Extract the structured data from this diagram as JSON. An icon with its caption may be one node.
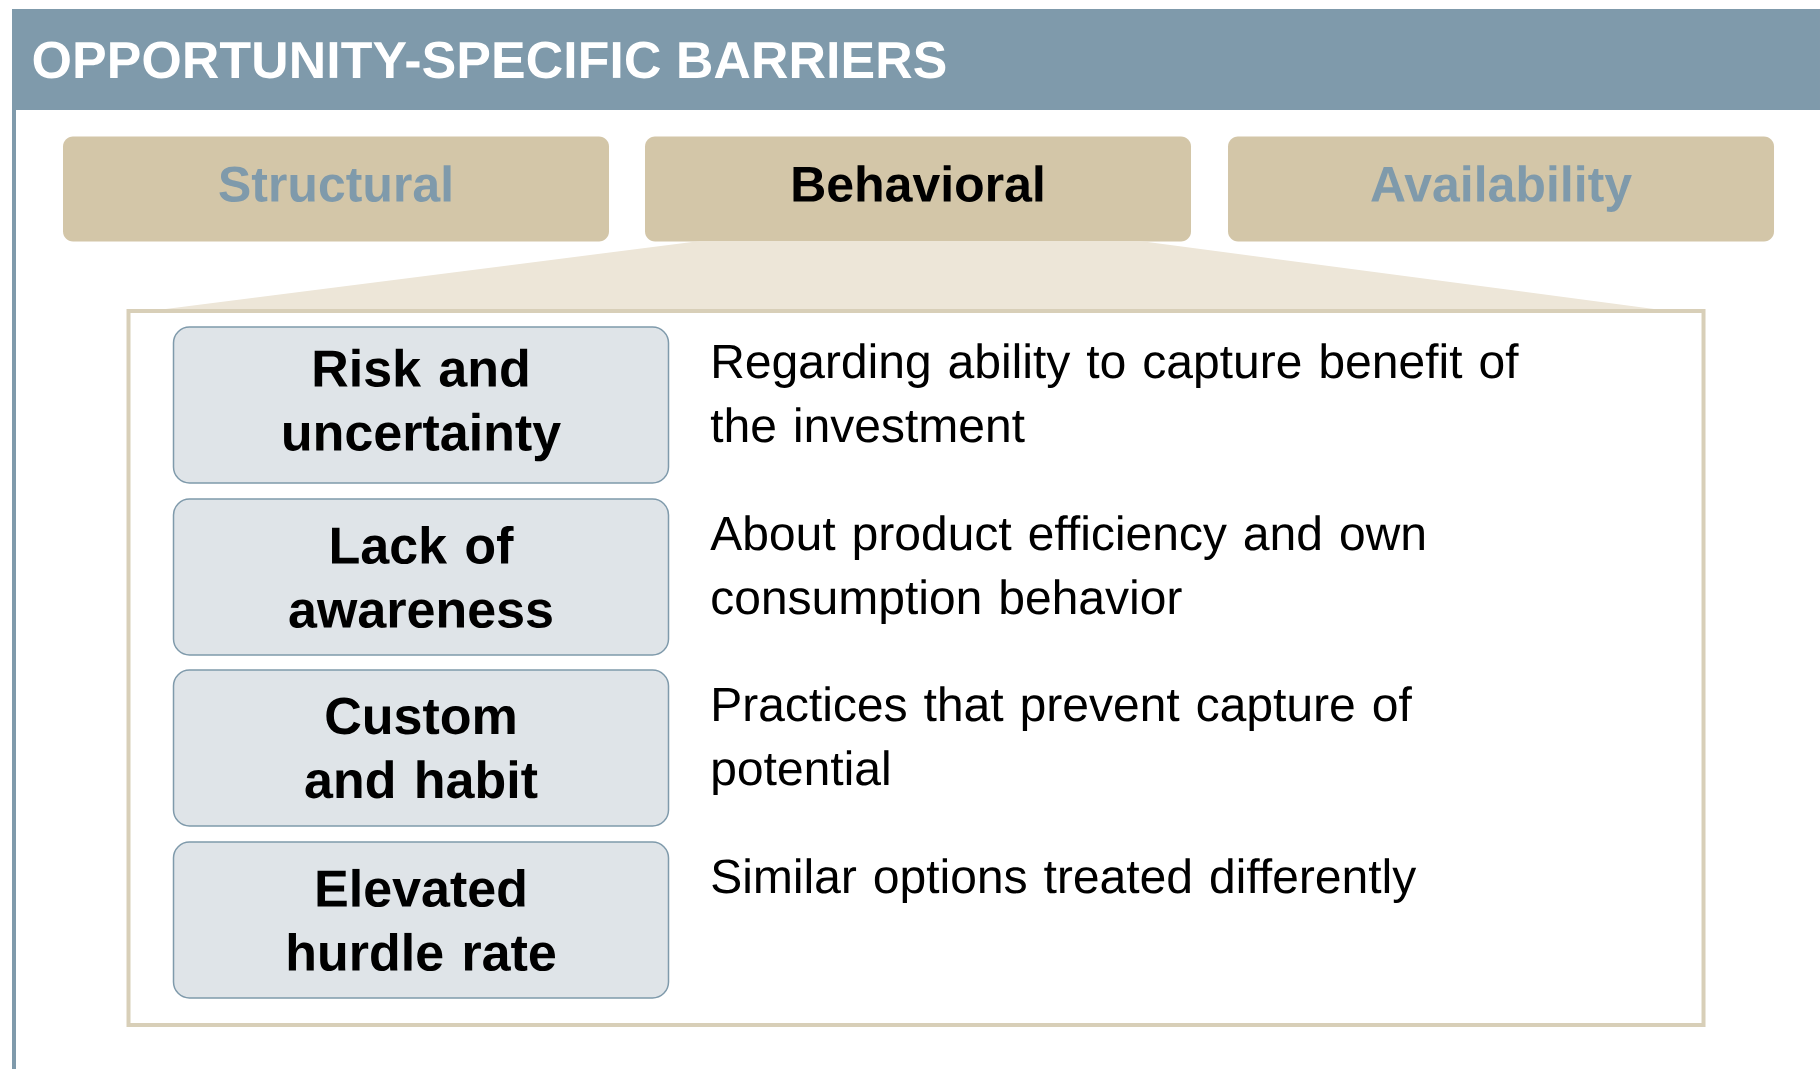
{
  "diagram": {
    "title": "OPPORTUNITY-SPECIFIC BARRIERS",
    "nodes": [
      {
        "text": [
          "Structural"
        ]
      },
      {
        "text": [
          "Behavioral"
        ]
      },
      {
        "text": [
          "Availability"
        ]
      },
      {
        "text": [],
        "shape": "box"
      },
      {
        "text": [
          "Risk and uncertainty"
        ],
        "in": 3,
        "beside": [
          "Regarding ability to capture benefit of the investment"
        ]
      },
      {
        "text": [
          "Lack of awareness"
        ],
        "in": 3,
        "beside": [
          "About product efficiency and own consumption behavior"
        ]
      },
      {
        "text": [
          "Custom and habit"
        ],
        "in": 3,
        "beside": [
          "Practices that prevent capture of potential"
        ]
      },
      {
        "text": [
          "Elevated hurdle rate"
        ],
        "in": 3,
        "beside": [
          "Similar options treated differently"
        ]
      }
    ]
  }
}
